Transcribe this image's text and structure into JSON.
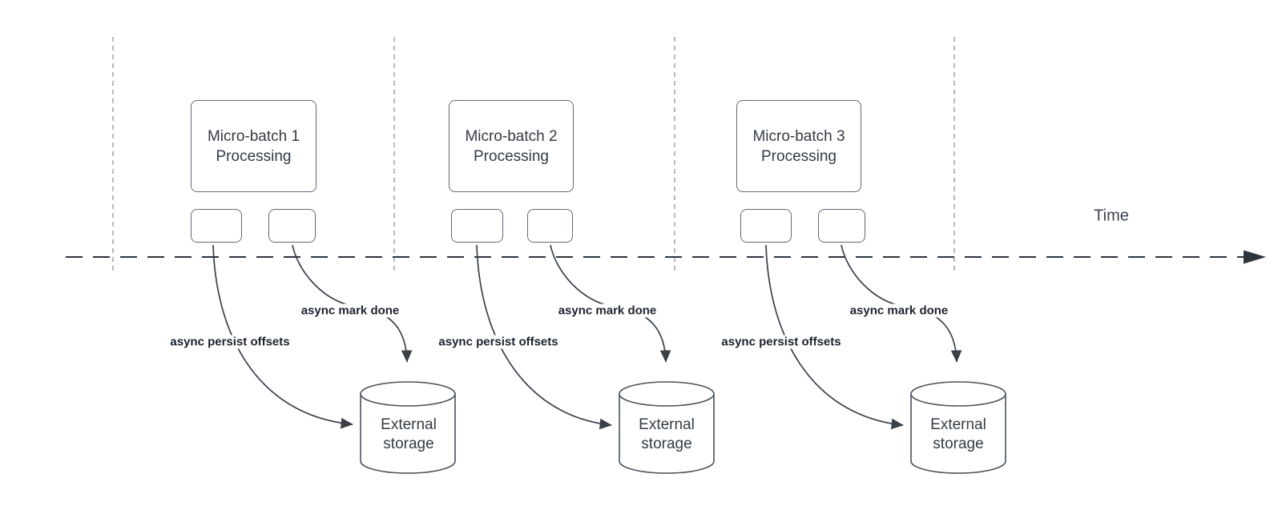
{
  "canvas": {
    "background": "#ffffff"
  },
  "colors": {
    "separator_line": "#a8a8a8",
    "timeline_axis": "#2d343d",
    "arrow_stroke": "#3a4048",
    "shape_border": "#5f6a75",
    "cylinder_border": "#4a525b",
    "shape_text": "#333b45",
    "edge_label_text": "#1a222e",
    "time_text": "#3c434d"
  },
  "timeline": {
    "label": "Time"
  },
  "groups": [
    {
      "title_line1": "Micro-batch 1",
      "title_line2": "Processing",
      "persist_label": "async persist offsets",
      "done_label": "async mark done",
      "storage_line1": "External",
      "storage_line2": "storage"
    },
    {
      "title_line1": "Micro-batch 2",
      "title_line2": "Processing",
      "persist_label": "async persist offsets",
      "done_label": "async mark done",
      "storage_line1": "External",
      "storage_line2": "storage"
    },
    {
      "title_line1": "Micro-batch 3",
      "title_line2": "Processing",
      "persist_label": "async persist offsets",
      "done_label": "async mark done",
      "storage_line1": "External",
      "storage_line2": "storage"
    }
  ]
}
